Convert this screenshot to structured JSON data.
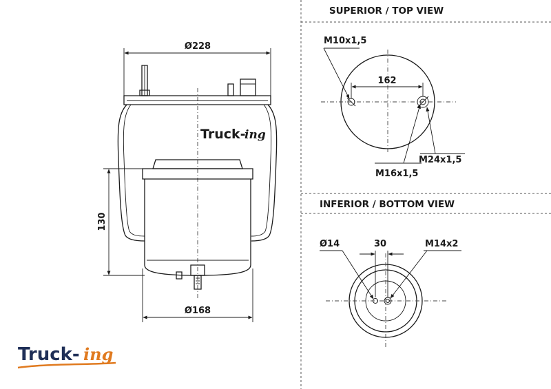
{
  "side_view": {
    "diameter_top": "Ø228",
    "diameter_bottom": "Ø168",
    "height": "130",
    "brand_text": "Truck-",
    "brand_suffix": "ing"
  },
  "top_view": {
    "header": "SUPERIOR / TOP VIEW",
    "thread_small": "M10x1,5",
    "spacing": "162",
    "thread_large": "M24x1,5",
    "thread_mid": "M16x1,5"
  },
  "bottom_view": {
    "header": "INFERIOR / BOTTOM VIEW",
    "diameter": "Ø14",
    "offset": "30",
    "thread": "M14x2"
  },
  "logo": {
    "text": "Truck-",
    "suffix": "ing",
    "colors": {
      "primary": "#1f2f57",
      "accent": "#e07a1f"
    }
  }
}
